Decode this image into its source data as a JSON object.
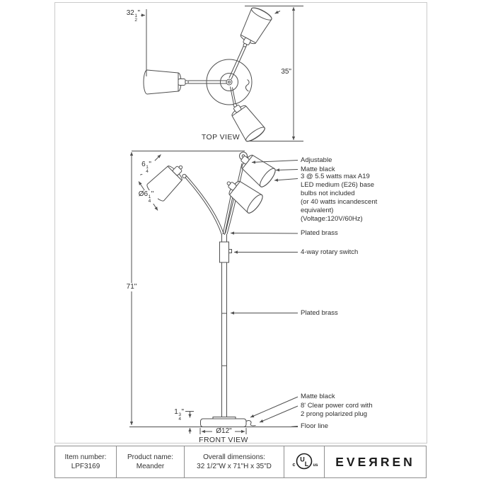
{
  "colors": {
    "line": "#4f4f4f",
    "frame_border": "#cbcbcb",
    "table_border": "#8f8f8f",
    "text": "#2e2e2e"
  },
  "top_view": {
    "title": "TOP VIEW",
    "dim_width": {
      "whole": "32",
      "num": "1",
      "den": "2",
      "unit": "\""
    },
    "dim_depth": "35\""
  },
  "front_view": {
    "title": "FRONT VIEW",
    "dim_height": "71\"",
    "dim_shade_height": {
      "whole": "6",
      "num": "1",
      "den": "4",
      "unit": "\""
    },
    "dim_shade_diameter": {
      "prefix": "Ø",
      "whole": "6",
      "num": "1",
      "den": "4",
      "unit": "\""
    },
    "dim_base_height": {
      "whole": "1",
      "num": "3",
      "den": "4",
      "unit": "\""
    },
    "dim_base_diameter": "Ø12\""
  },
  "annotations": [
    {
      "label": "Adjustable"
    },
    {
      "label": "Matte black"
    },
    {
      "label": "3 @ 5.5 watts max A19\nLED medium (E26) base\nbulbs not included\n(or 40 watts incandescent\nequivalent)\n(Voltage:120V/60Hz)"
    },
    {
      "label": "Plated brass"
    },
    {
      "label": "4-way rotary switch"
    },
    {
      "label": "Plated brass"
    },
    {
      "label": "Matte black"
    },
    {
      "label": "8' Clear power cord with\n2 prong polarized plug"
    },
    {
      "label": "Floor line"
    }
  ],
  "footer": {
    "item_number_label": "Item number:",
    "item_number": "LPF3169",
    "product_name_label": "Product name:",
    "product_name": "Meander",
    "dimensions_label": "Overall dimensions:",
    "dimensions": "32 1/2\"W x 71\"H x 35\"D",
    "certification": {
      "c": "c",
      "ul_u": "U",
      "ul_l": "L",
      "us": "us"
    },
    "brand": "EVEЯREN"
  }
}
